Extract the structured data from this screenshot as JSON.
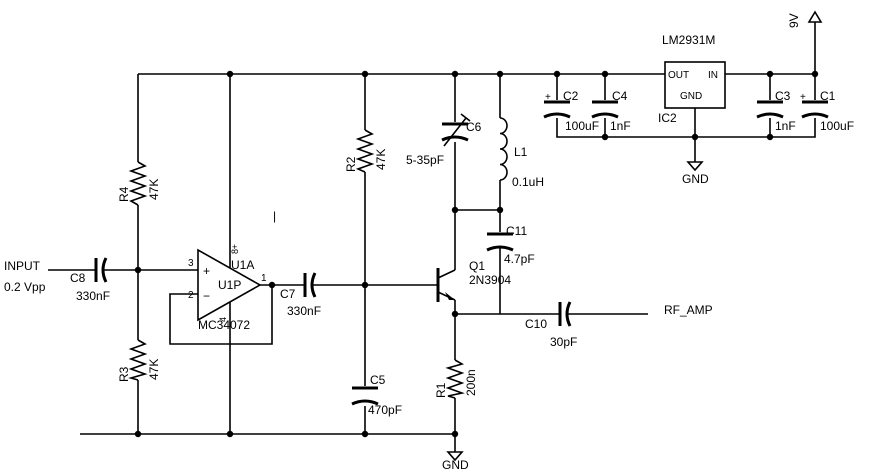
{
  "input": {
    "label": "INPUT",
    "level": "0.2 Vpp"
  },
  "output": {
    "label": "RF_AMP"
  },
  "supply": {
    "label": "9V"
  },
  "ground": {
    "label": "GND"
  },
  "regulator": {
    "part": "LM2931M",
    "ref": "IC2",
    "pin_out": "OUT",
    "pin_in": "IN",
    "pin_gnd": "GND"
  },
  "opamp": {
    "ref": "U1A",
    "unit": "U1P",
    "part": "MC34072",
    "pin_plus": "3",
    "pin_minus": "2",
    "pin_out": "1",
    "pin_vcc": "8",
    "pin_vee": "4",
    "plus_sign": "+",
    "minus_sign": "−",
    "supply_mark": "+"
  },
  "transistor": {
    "ref": "Q1",
    "part": "2N3904"
  },
  "cursor_mark": "|",
  "components": {
    "R1": {
      "ref": "R1",
      "value": "200n"
    },
    "R2": {
      "ref": "R2",
      "value": "47K"
    },
    "R3": {
      "ref": "R3",
      "value": "47K"
    },
    "R4": {
      "ref": "R4",
      "value": "47K"
    },
    "C1": {
      "ref": "C1",
      "value": "100uF"
    },
    "C2": {
      "ref": "C2",
      "value": "100uF"
    },
    "C3": {
      "ref": "C3",
      "value": "1nF"
    },
    "C4": {
      "ref": "C4",
      "value": "1nF"
    },
    "C5": {
      "ref": "C5",
      "value": "470pF"
    },
    "C6": {
      "ref": "C6",
      "value": "5-35pF"
    },
    "C7": {
      "ref": "C7",
      "value": "330nF"
    },
    "C8": {
      "ref": "C8",
      "value": "330nF"
    },
    "C10": {
      "ref": "C10",
      "value": "30pF"
    },
    "C11": {
      "ref": "C11",
      "value": "4.7pF"
    },
    "L1": {
      "ref": "L1",
      "value": "0.1uH"
    }
  },
  "polarity_mark": "+"
}
